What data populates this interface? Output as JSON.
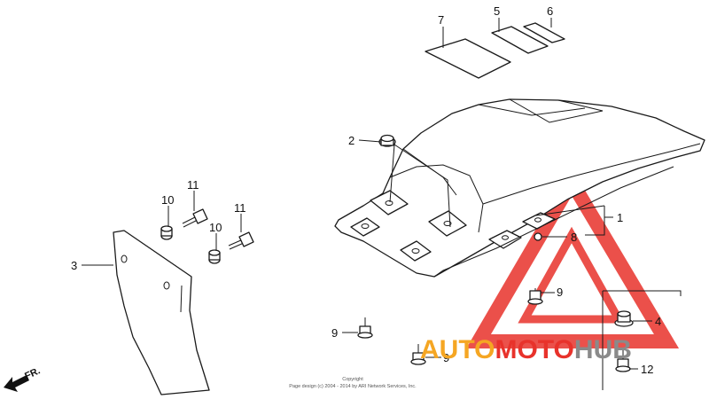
{
  "callouts": {
    "c1": "1",
    "c2": "2",
    "c3": "3",
    "c4": "4",
    "c5": "5",
    "c6": "6",
    "c7": "7",
    "c8": "8",
    "c9a": "9",
    "c9b": "9",
    "c9c": "9",
    "c10a": "10",
    "c10b": "10",
    "c11a": "11",
    "c11b": "11",
    "c12": "12"
  },
  "direction_label": "FR.",
  "copyright": {
    "line1": "Copyright",
    "line2": "Page design (c) 2004 - 2014 by ARI Network Services, Inc."
  },
  "watermark": {
    "part1": "AUTO",
    "part2": "MOTO",
    "part3": "HUB",
    "colors": {
      "red": "#e8322b",
      "orange": "#f5a623",
      "gray": "#8a8a8a"
    }
  }
}
